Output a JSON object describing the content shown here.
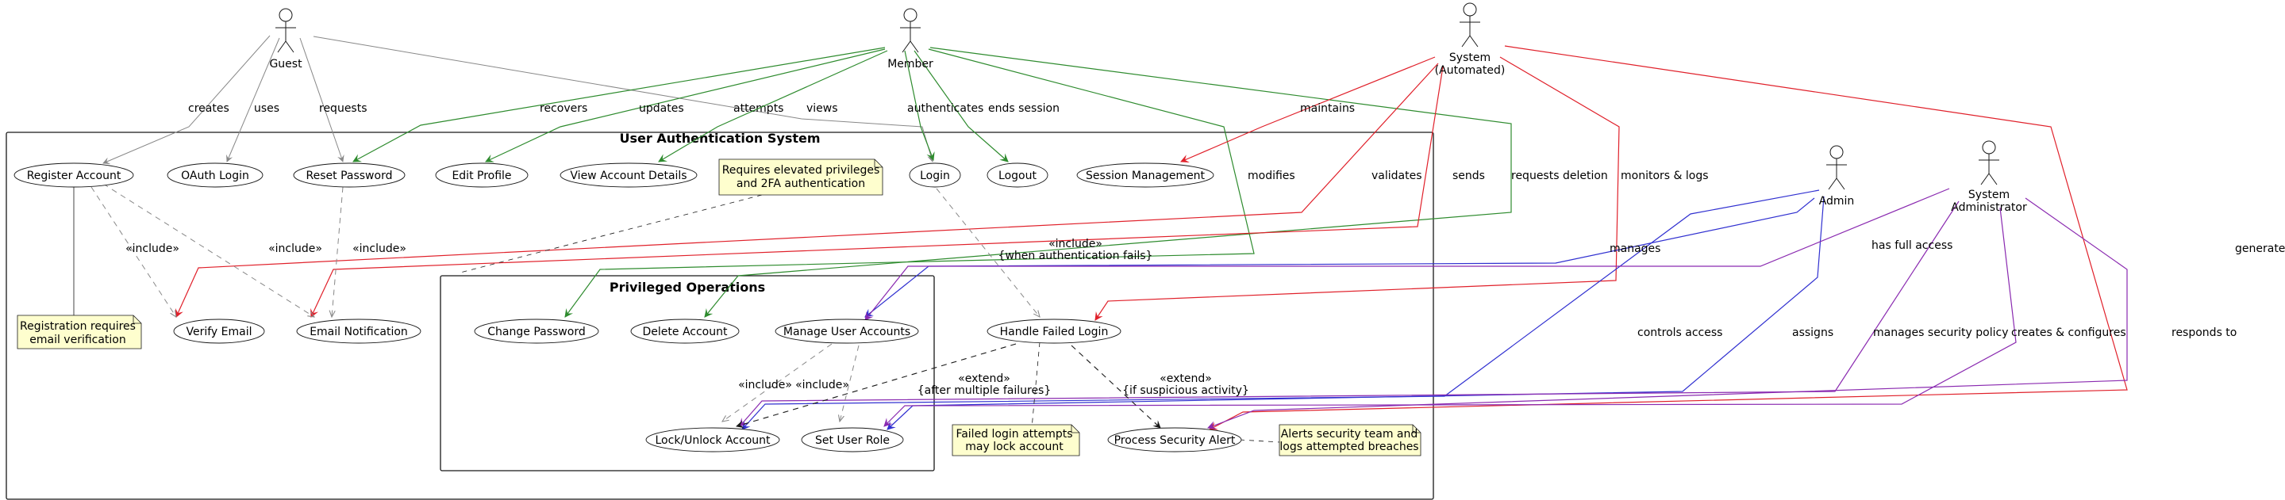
{
  "actors": {
    "guest": "Guest",
    "member": "Member",
    "system": [
      "System",
      "(Automated)"
    ],
    "admin": "Admin",
    "sysadmin": [
      "System",
      "Administrator"
    ]
  },
  "packages": {
    "auth": "User Authentication System",
    "priv": "Privileged Operations"
  },
  "usecases": {
    "register": "Register Account",
    "oauth": "OAuth Login",
    "reset": "Reset Password",
    "edit": "Edit Profile",
    "view": "View Account Details",
    "login": "Login",
    "logout": "Logout",
    "session": "Session Management",
    "verify": "Verify Email",
    "notify": "Email Notification",
    "changepw": "Change Password",
    "delete": "Delete Account",
    "manage": "Manage User Accounts",
    "failed": "Handle Failed Login",
    "lock": "Lock/Unlock Account",
    "role": "Set User Role",
    "alert": "Process Security Alert"
  },
  "notes": {
    "privileges": [
      "Requires elevated privileges",
      "and 2FA authentication"
    ],
    "registration": [
      "Registration requires",
      "email verification"
    ],
    "failed": [
      "Failed login attempts",
      "may lock account"
    ],
    "alerts": [
      "Alerts security team and",
      "logs attempted breaches"
    ]
  },
  "relations": {
    "creates": "creates",
    "uses": "uses",
    "requests": "requests",
    "attempts": "attempts",
    "recovers": "recovers",
    "updates": "updates",
    "views": "views",
    "authenticates": "authenticates",
    "ends_session": "ends session",
    "modifies": "modifies",
    "requests_deletion": "requests deletion",
    "maintains": "maintains",
    "validates": "validates",
    "sends": "sends",
    "monitors_logs": "monitors & logs",
    "generates": "generates",
    "manages": "manages",
    "has_full_access": "has full access",
    "controls_access": "controls access",
    "assigns": "assigns",
    "manages_security_policy": "manages security policy",
    "creates_configures": "creates & configures",
    "responds_to": "responds to",
    "include": "«include»",
    "include_failed": [
      "«include»",
      "{when authentication fails}"
    ],
    "extend_multiple": [
      "«extend»",
      "{after multiple failures}"
    ],
    "extend_suspicious": [
      "«extend»",
      "{if suspicious activity}"
    ]
  },
  "colors": {
    "guest": "#888888",
    "member": "#2e8b2e",
    "system": "#e0202a",
    "admin": "#3030d0",
    "sysadmin": "#8a2ab0",
    "note_fill": "#fefece"
  }
}
